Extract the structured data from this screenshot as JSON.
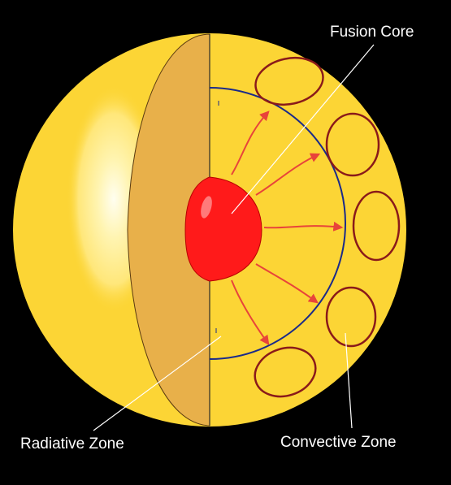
{
  "labels": {
    "fusion_core": "Fusion Core",
    "radiative_zone": "Radiative Zone",
    "convective_zone": "Convective Zone"
  },
  "colors": {
    "background": "#000000",
    "sun_surface": "#fcd535",
    "cutaway_face": "#e8b04a",
    "core": "#ff1a1a",
    "core_highlight": "#ff7a7a",
    "radiative_boundary": "#1a2a8a",
    "convection_cells": "#8a1a1a",
    "energy_arrows": "#e8443a",
    "leader_lines": "#ffffff",
    "label_text": "#ffffff"
  }
}
